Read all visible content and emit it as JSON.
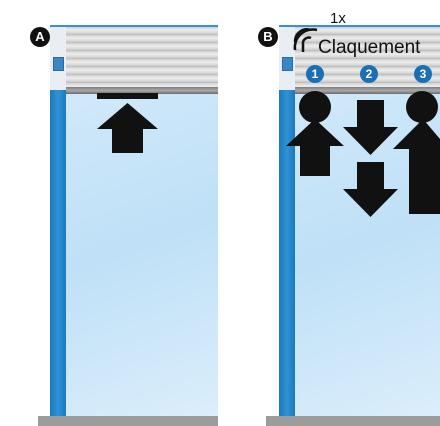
{
  "panels": [
    {
      "label": "A"
    },
    {
      "label": "B"
    }
  ],
  "panel_b": {
    "tap_count": "1x",
    "gesture_label": "Claquement",
    "steps": [
      "1",
      "2",
      "3"
    ]
  },
  "colors": {
    "rail_blue": "#2f93d6",
    "step_badge": "#1a6fb5",
    "arrow": "#111111",
    "floor": "#9c9c9c"
  },
  "icons": {
    "tap": "tap-signal-icon",
    "arrow_up": "arrow-up-icon",
    "arrow_down": "arrow-down-icon",
    "person": "person-head-icon"
  }
}
